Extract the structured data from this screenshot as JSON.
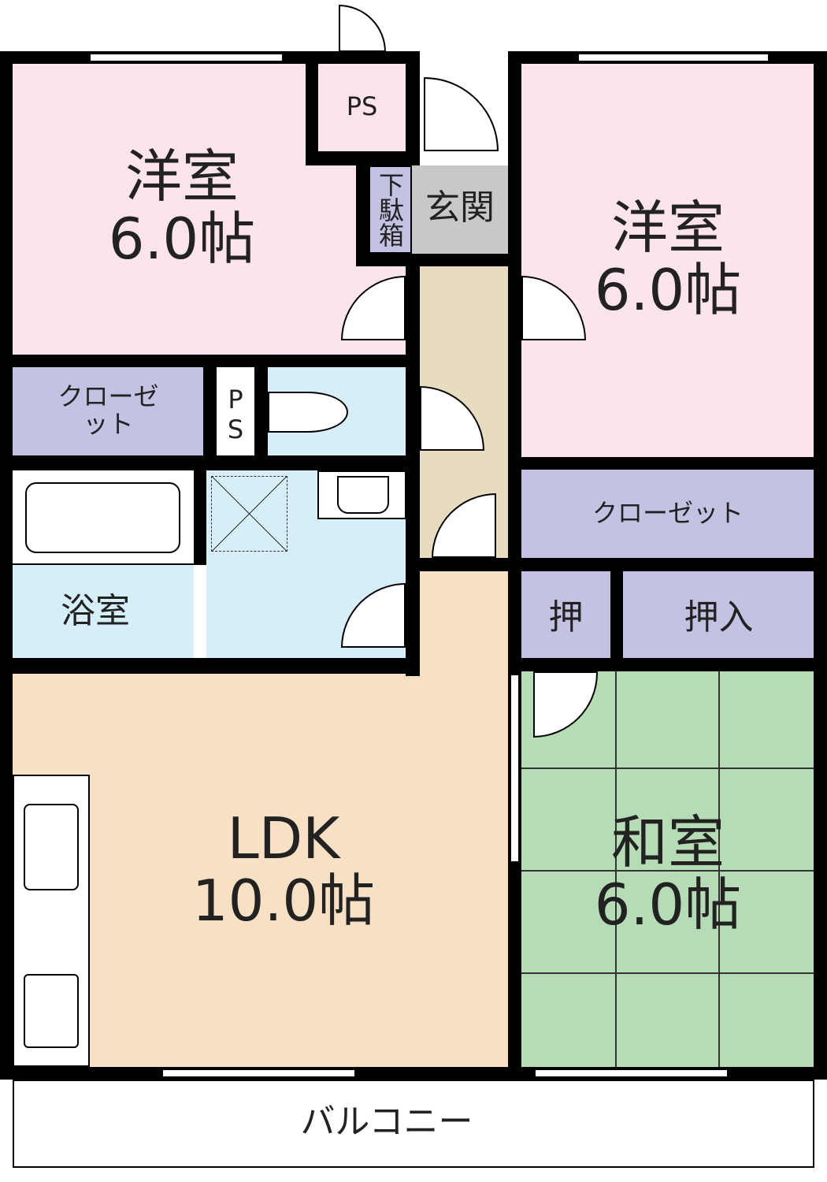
{
  "colors": {
    "western_room": "#fde3ee",
    "closet": "#c4c2e2",
    "wet_area": "#d6eef8",
    "hallway": "#e8dcc0",
    "entrance": "#c8c8c8",
    "ldk": "#f8e0c4",
    "japanese_room": "#b5dcb4"
  },
  "rooms": {
    "western1": {
      "name": "洋室",
      "size": "6.0帖"
    },
    "western2": {
      "name": "洋室",
      "size": "6.0帖"
    },
    "ldk": {
      "name": "LDK",
      "size": "10.0帖"
    },
    "japanese": {
      "name": "和室",
      "size": "6.0帖"
    },
    "bath": "浴室",
    "entrance": "玄関",
    "shoebox": "下駄箱",
    "ps_top": "PS",
    "ps_mid": "PS",
    "closet_left": "クローゼット",
    "closet_right": "クローゼット",
    "oshi": "押",
    "oshiire": "押入",
    "balcony": "バルコニー"
  }
}
